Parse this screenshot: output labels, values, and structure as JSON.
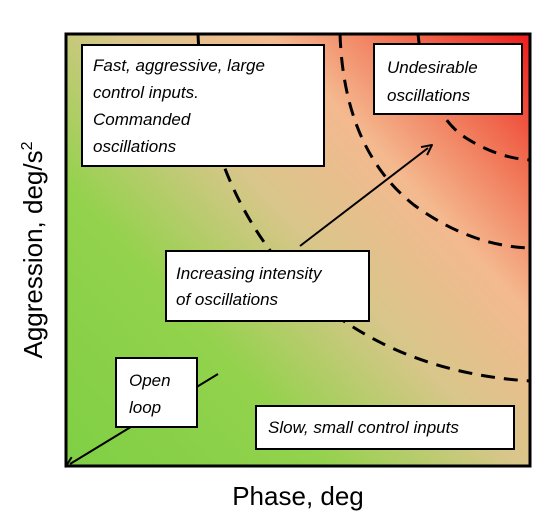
{
  "axes": {
    "x_label": "Phase, deg",
    "y_label_main": "Aggression, deg/s",
    "y_label_sup": "2"
  },
  "boxes": {
    "top_left": [
      "Fast, aggressive, large",
      "control inputs.",
      "Commanded",
      "oscillations"
    ],
    "top_right": [
      "Undesirable",
      "oscillations"
    ],
    "middle": [
      "Increasing intensity",
      "of oscillations"
    ],
    "bottom_left": [
      "Open",
      "loop"
    ],
    "bottom_right": [
      "Slow, small control inputs"
    ]
  },
  "colors": {
    "green": "#8bd24a",
    "beige": "#e3c58c",
    "salmon": "#f2a983",
    "red": "#ee1f1f",
    "frame": "#000000",
    "box_fill": "#ffffff"
  }
}
